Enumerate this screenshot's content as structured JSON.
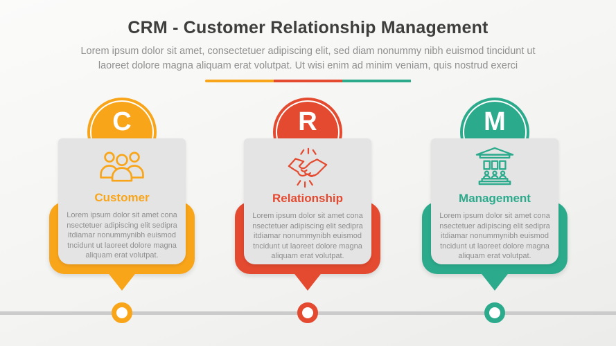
{
  "header": {
    "title": "CRM - Customer Relationship Management",
    "subtitle_line1": "Lorem ipsum dolor sit amet, consectetuer adipiscing elit, sed diam nonummy nibh euismod tincidunt ut",
    "subtitle_line2": "laoreet dolore magna aliquam erat volutpat. Ut wisi enim ad minim veniam, quis nostrud exerci",
    "divider_colors": [
      "#F9A51A",
      "#E34A2F",
      "#2BAA8C"
    ]
  },
  "columns": [
    {
      "letter": "C",
      "title": "Customer",
      "accent": "#F9A51A",
      "icon": "users-icon",
      "body": "Lorem ipsum dolor sit amet cona nsectetuer adipiscing elit sedipra itdiamar nonummynibh euismod tncidunt ut laoreet dolore magna aliquam erat volutpat."
    },
    {
      "letter": "R",
      "title": "Relationship",
      "accent": "#E34A2F",
      "icon": "handshake-icon",
      "body": "Lorem ipsum dolor sit amet cona nsectetuer adipiscing elit sedipra itdiamar nonummynibh euismod tncidunt ut laoreet dolore magna aliquam erat volutpat."
    },
    {
      "letter": "M",
      "title": "Management",
      "accent": "#2BAA8C",
      "icon": "building-icon",
      "body": "Lorem ipsum dolor sit amet cona nsectetuer adipiscing elit sedipra itdiamar nonummynibh euismod tncidunt ut laoreet dolore magna aliquam erat volutpat."
    }
  ],
  "theme": {
    "card_bg": "#E4E4E5",
    "title_color": "#3E3E3D",
    "text_color": "#8F8F8F",
    "timeline_color": "#CBCBCB"
  }
}
